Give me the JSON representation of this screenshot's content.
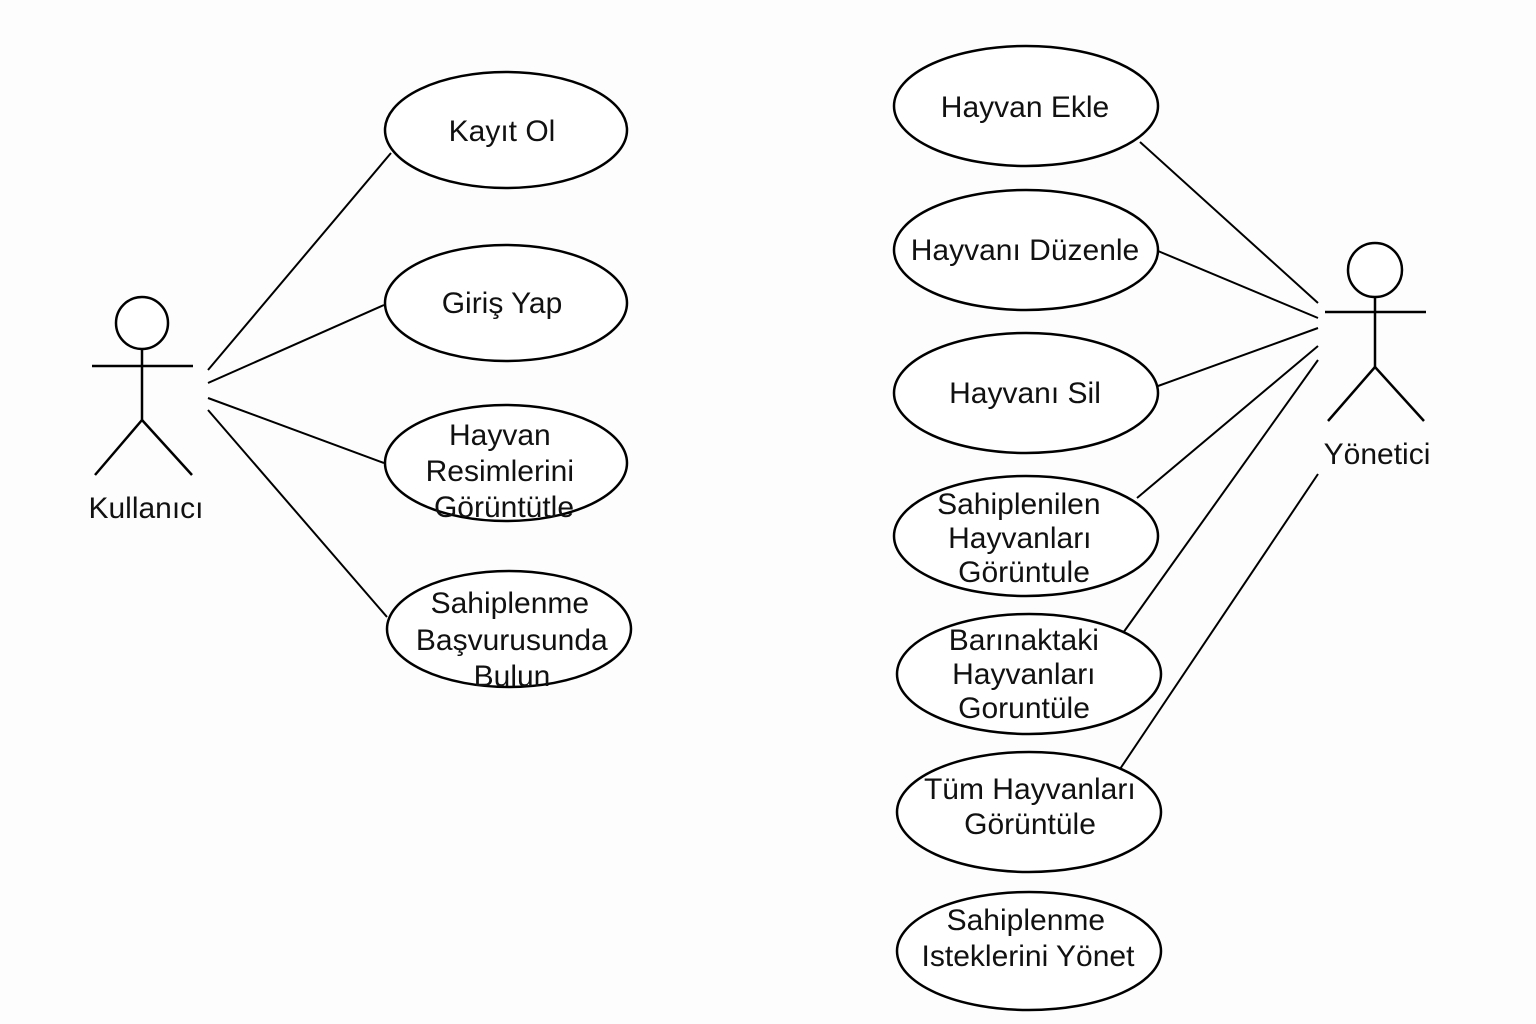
{
  "actors": {
    "user": {
      "label": "Kullanıcı"
    },
    "admin": {
      "label": "Yönetici"
    }
  },
  "user_use_cases": [
    {
      "label": [
        "Kayıt Ol"
      ]
    },
    {
      "label": [
        "Giriş Yap"
      ]
    },
    {
      "label": [
        "Hayvan",
        "Resimlerini",
        "Görüntütle"
      ]
    },
    {
      "label": [
        "Sahiplenme",
        "Başvurusunda",
        "Bulun"
      ]
    }
  ],
  "admin_use_cases": [
    {
      "label": [
        "Hayvan Ekle"
      ]
    },
    {
      "label": [
        "Hayvanı Düzenle"
      ]
    },
    {
      "label": [
        "Hayvanı Sil"
      ]
    },
    {
      "label": [
        "Sahiplenilen",
        "Hayvanları",
        "Görüntule"
      ]
    },
    {
      "label": [
        "Barınaktaki",
        "Hayvanları",
        "Goruntüle"
      ]
    },
    {
      "label": [
        "Tüm Hayvanları",
        "Görüntüle"
      ]
    },
    {
      "label": [
        "Sahiplenme",
        "Isteklerini Yönet"
      ]
    }
  ]
}
